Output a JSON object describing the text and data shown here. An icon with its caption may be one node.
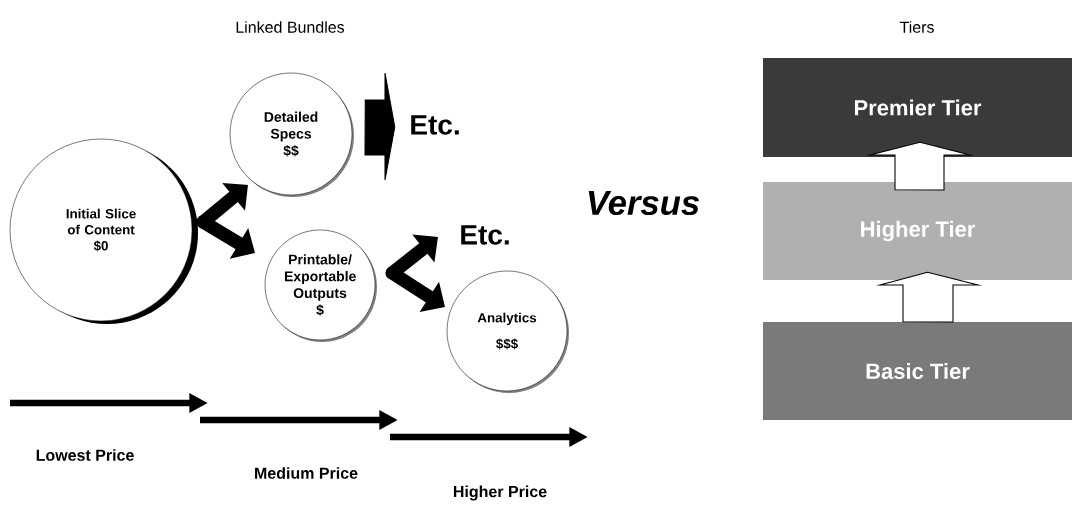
{
  "diagram": {
    "nodes": [
      {
        "text": [
          "Initial Slice of Content",
          "$0"
        ]
      },
      {
        "text": [
          "Detailed Specs",
          "$$"
        ]
      },
      {
        "text": [
          "Printable/ Exportable Outputs",
          "$"
        ]
      },
      {
        "text": [
          "Analytics",
          "$$$"
        ]
      },
      {
        "text": [
          "Etc."
        ]
      },
      {
        "text": [
          "Etc."
        ]
      },
      {
        "text": [
          "Premier Tier"
        ]
      },
      {
        "text": [
          "Higher Tier"
        ]
      },
      {
        "text": [
          "Basic Tier"
        ]
      }
    ],
    "edges": [
      {
        "from": 0,
        "to": 1,
        "arrow": "to"
      },
      {
        "from": 0,
        "to": 2,
        "arrow": "to"
      },
      {
        "from": 1,
        "to": 4,
        "arrow": "to"
      },
      {
        "from": 2,
        "to": 5,
        "arrow": "to"
      },
      {
        "from": 2,
        "to": 3,
        "arrow": "to"
      },
      {
        "from": 8,
        "to": 7,
        "arrow": "to"
      },
      {
        "from": 7,
        "to": 6,
        "arrow": "to"
      }
    ],
    "labels": [
      "Linked Bundles",
      "Tiers",
      "Versus",
      "Lowest Price",
      "Medium Price",
      "Higher Price"
    ]
  }
}
